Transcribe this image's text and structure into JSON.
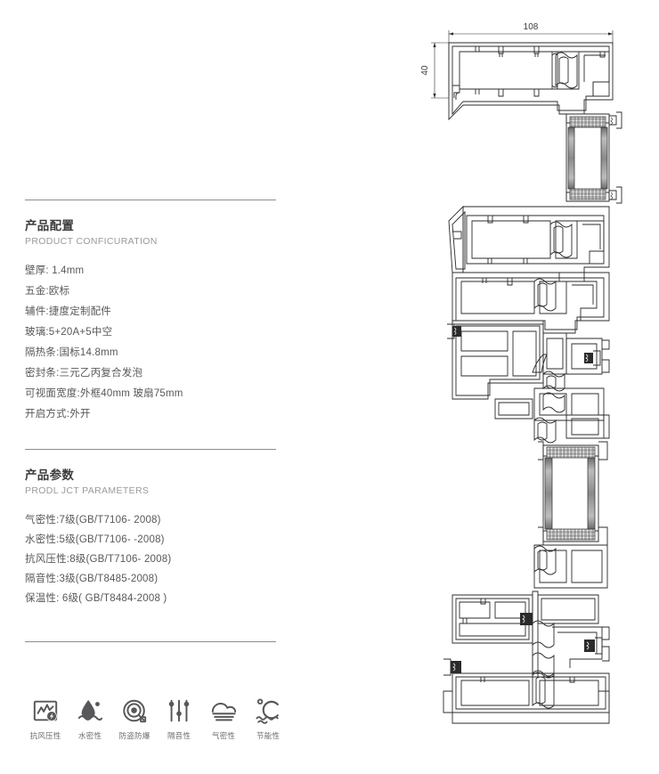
{
  "sections": {
    "configuration": {
      "title_cn": "产品配置",
      "title_en": "PRODUCT CONFICURATION",
      "items": [
        "壁厚: 1.4mm",
        "五金:欧标",
        "辅件:捷度定制配件",
        "玻璃:5+20A+5中空",
        "隔热条:国标14.8mm",
        "密封条:三元乙丙复合发泡",
        "可视面宽度:外框40mm 玻扇75mm",
        "开启方式:外开"
      ]
    },
    "parameters": {
      "title_cn": "产品参数",
      "title_en": "PRODL JCT PARAMETERS",
      "items": [
        "气密性:7级(GB/T7106- 2008)",
        "水密性:5级(GB/T7106- -2008)",
        "抗风压性:8级(GB/T7106- 2008)",
        "隔音性:3级(GB/T8485-2008)",
        "保温性: 6级( GB/T8484-2008 )"
      ]
    }
  },
  "features": [
    {
      "icon": "wind-pressure-icon",
      "label": "抗风压性"
    },
    {
      "icon": "water-tightness-icon",
      "label": "水密性"
    },
    {
      "icon": "anti-theft-icon",
      "label": "防盗防爆"
    },
    {
      "icon": "sound-insulation-icon",
      "label": "隔音性"
    },
    {
      "icon": "air-tightness-icon",
      "label": "气密性"
    },
    {
      "icon": "energy-saving-icon",
      "label": "节能性"
    }
  ],
  "drawing": {
    "title": "aluminium-window-profile-cross-section",
    "dimensions": {
      "width_label": "108",
      "height_label": "40"
    },
    "line_color": "#2b2b2b"
  }
}
